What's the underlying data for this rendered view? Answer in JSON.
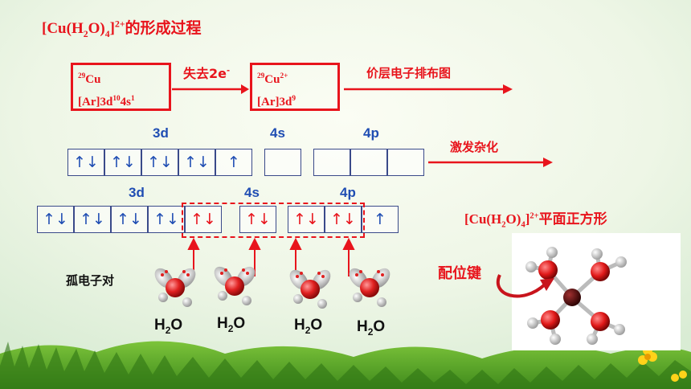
{
  "title": {
    "prefix": "[Cu(H",
    "sub1": "2",
    "mid": "O)",
    "sub2": "4",
    "close": "]",
    "sup": "2+",
    "cn": "的形成过程"
  },
  "cu_box": {
    "sup": "29",
    "sym": "Cu",
    "line2_a": "[Ar]3d",
    "sup2": "10",
    "line2_b": "4s",
    "sup3": "1"
  },
  "arrow1_label": {
    "text": "失去2e",
    "sup": "-"
  },
  "cu2_box": {
    "sup": "29",
    "sym": "Cu",
    "charge": "2+",
    "line2": "[Ar]3d",
    "sup2": "9"
  },
  "arrow2_label": "价层电子排布图",
  "row1": {
    "label_3d": "3d",
    "label_4s": "4s",
    "label_4p": "4p",
    "cells_3d": [
      "↑↓",
      "↑↓",
      "↑↓",
      "↑↓",
      "↑"
    ],
    "cells_4s": [
      ""
    ],
    "cells_4p": [
      "",
      "",
      ""
    ]
  },
  "arrow3_label": "激发杂化",
  "row2": {
    "label_3d": "3d",
    "label_4s": "4s",
    "label_4p": "4p",
    "cells_3d": [
      "↑↓",
      "↑↓",
      "↑↓",
      "↑↓",
      "↑↓"
    ],
    "cells_4s": [
      "↑↓"
    ],
    "cells_4p": [
      "↑↓",
      "↑↓",
      "↑"
    ]
  },
  "lone_pair_label": "孤电子对",
  "water_labels": [
    "H",
    "H",
    "H",
    "H"
  ],
  "water_sub": "2",
  "water_o": "O",
  "geometry_label": {
    "prefix": "[Cu(H",
    "sub1": "2",
    "mid": "O)",
    "sub2": "4",
    "close": "]",
    "sup": "2+",
    "cn": "平面正方形"
  },
  "coord_bond_label": "配位键",
  "colors": {
    "red": "#e8141c",
    "blue": "#1f4db3",
    "oxygen": "#e02020",
    "hydrogen": "#d8d8d8",
    "copper": "#5a0a0a"
  }
}
